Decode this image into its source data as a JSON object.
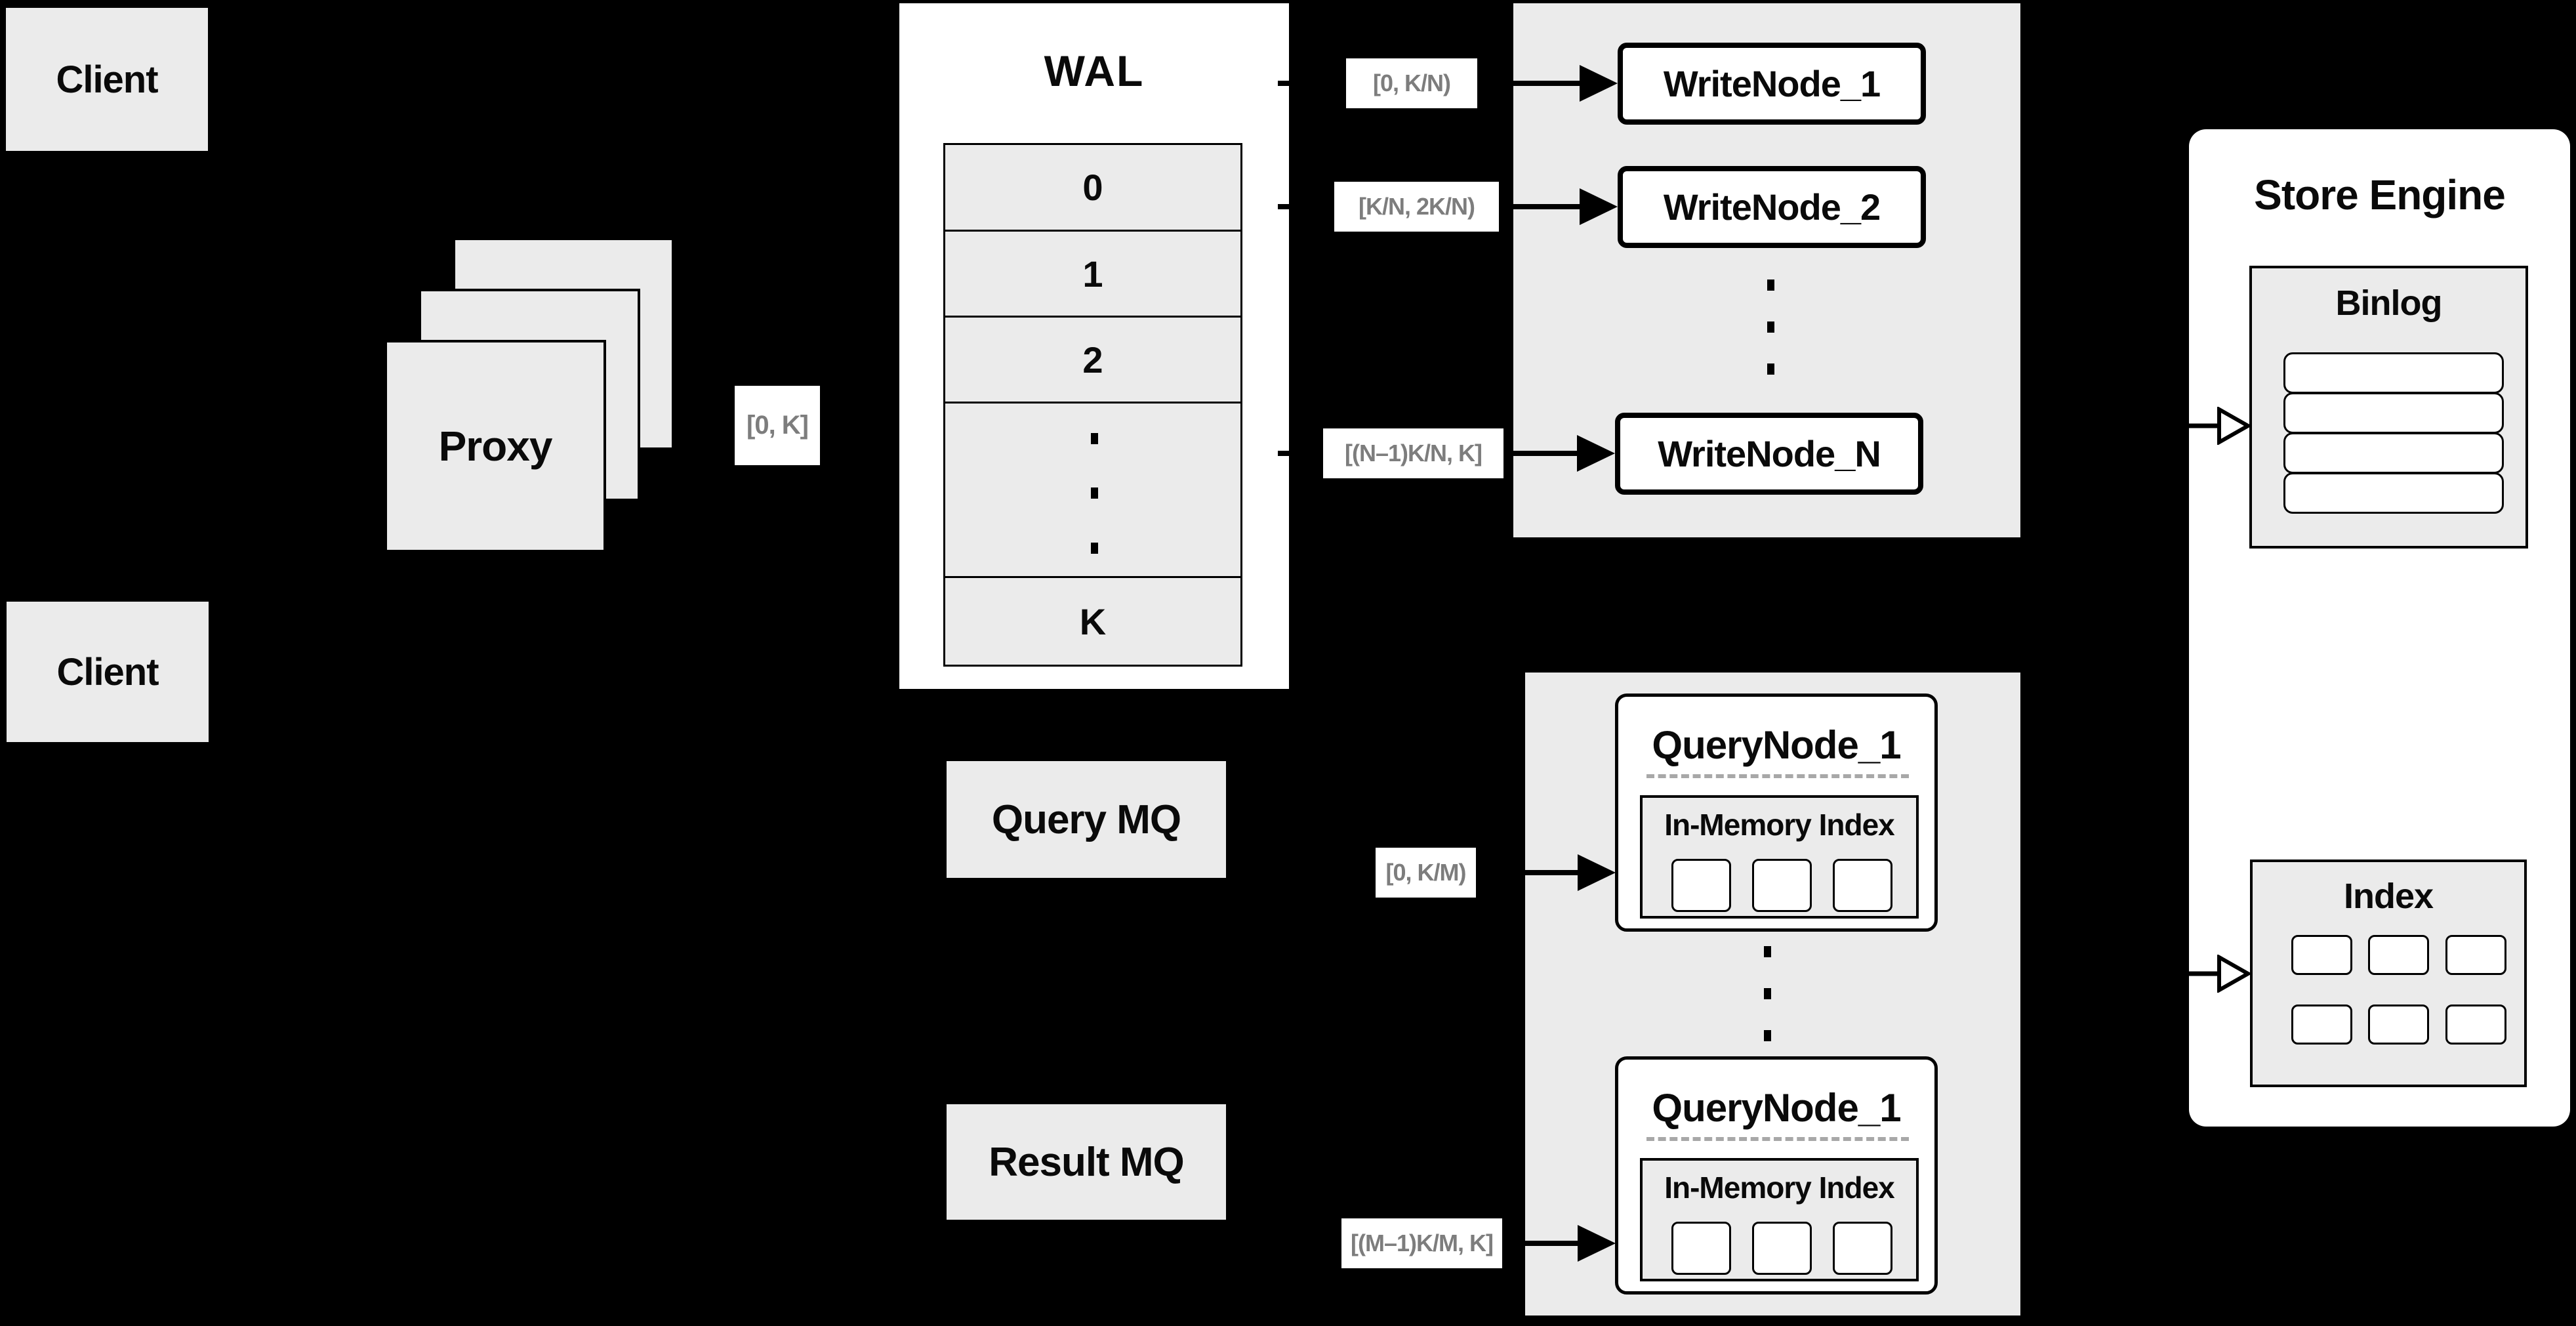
{
  "clients": {
    "top": "Client",
    "bottom": "Client"
  },
  "proxy": {
    "label": "Proxy"
  },
  "wal": {
    "title": "WAL",
    "segments": [
      "0",
      "1",
      "2",
      "K"
    ]
  },
  "labels": {
    "proxy_to_wal": "[0, K]",
    "wal_to_write_1": "[0, K/N)",
    "wal_to_write_2": "[K/N, 2K/N)",
    "wal_to_write_n": "[(N–1)K/N, K]",
    "mq_to_query_1": "[0, K/M)",
    "mq_to_query_m": "[(M–1)K/M, K]"
  },
  "write_nodes": {
    "node_1": "WriteNode_1",
    "node_2": "WriteNode_2",
    "node_n": "WriteNode_N"
  },
  "query_nodes": {
    "top": {
      "title": "QueryNode_1",
      "memory_index": "In-Memory Index"
    },
    "bottom": {
      "title": "QueryNode_1",
      "memory_index": "In-Memory Index"
    }
  },
  "message_queues": {
    "query": "Query MQ",
    "result": "Result MQ"
  },
  "store_engine": {
    "title": "Store Engine",
    "binlog": "Binlog",
    "index": "Index"
  },
  "colors": {
    "background": "#000000",
    "panel_gray": "#ebebeb",
    "node_white": "#ffffff",
    "border_black": "#000000",
    "range_label_text": "#7d7d7d",
    "dashed_divider": "#a8a8a8"
  }
}
